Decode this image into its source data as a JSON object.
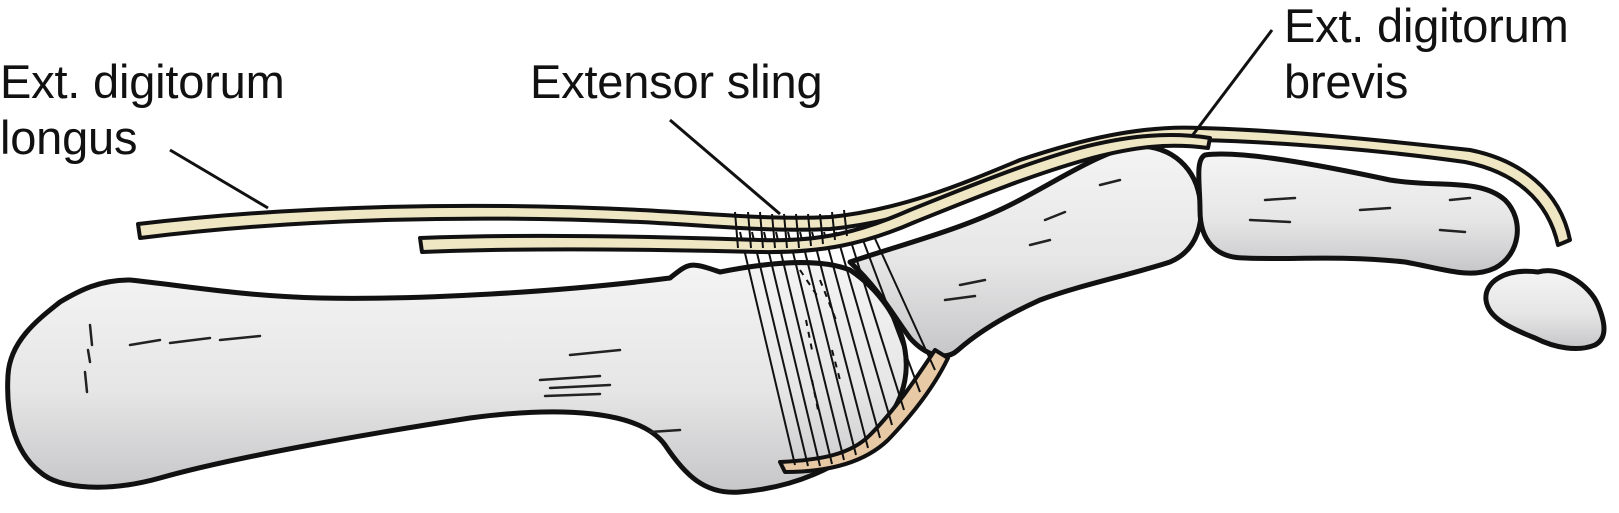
{
  "labels": {
    "ext_digitorum_longus": {
      "line1": "Ext. digitorum",
      "line2": "longus"
    },
    "extensor_sling": "Extensor sling",
    "ext_digitorum_brevis": {
      "line1": "Ext. digitorum",
      "line2": "brevis"
    }
  },
  "colors": {
    "bone_fill": "#e9e9ea",
    "bone_shade": "#c9c9cb",
    "outline": "#111111",
    "tendon_fill": "#efe6c4",
    "plantar_plate_fill": "#e8c9a6"
  }
}
